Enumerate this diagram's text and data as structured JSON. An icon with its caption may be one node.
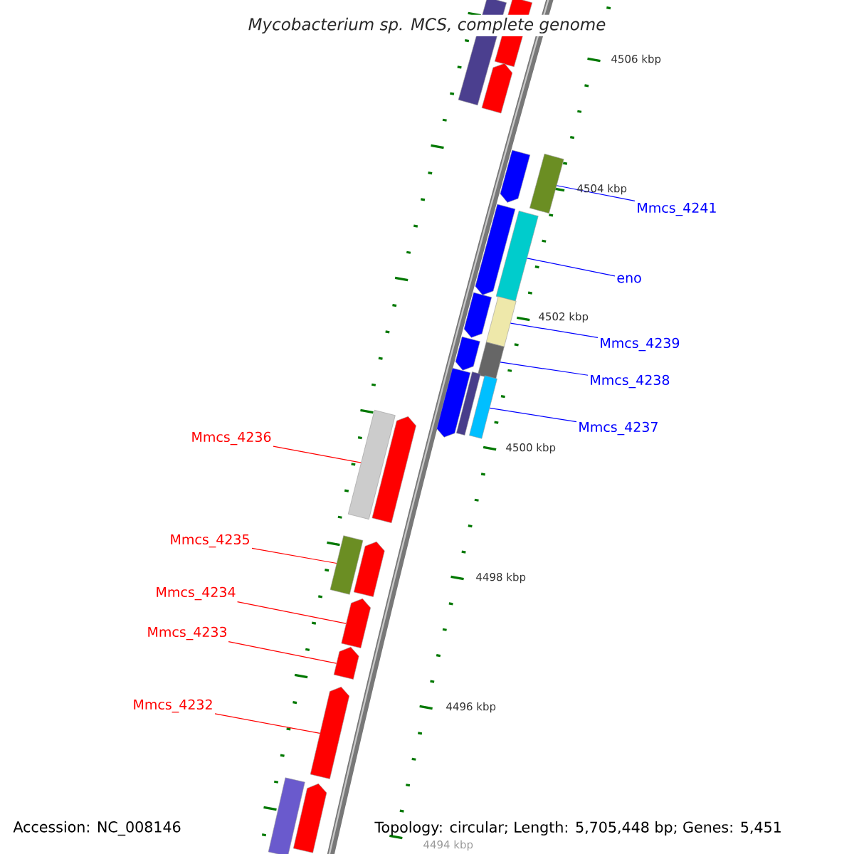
{
  "diagram": {
    "title": "Mycobacterium sp. MCS, complete genome",
    "nodes": [
      {
        "text": [
          "Mmcs_4241"
        ]
      },
      {
        "text": [],
        "shape": "box"
      },
      {
        "text": [
          "eno"
        ]
      },
      {
        "text": [],
        "shape": "box"
      },
      {
        "text": [
          "Mmcs_4239"
        ]
      },
      {
        "text": [],
        "shape": "box"
      },
      {
        "text": [
          "Mmcs_4238"
        ]
      },
      {
        "text": [],
        "shape": "box"
      },
      {
        "text": [
          "Mmcs_4237"
        ]
      },
      {
        "text": [],
        "shape": "box"
      },
      {
        "text": [
          "Mmcs_4236"
        ]
      },
      {
        "text": [],
        "shape": "box"
      },
      {
        "text": [
          "Mmcs_4235"
        ]
      },
      {
        "text": [],
        "shape": "box"
      },
      {
        "text": [
          "Mmcs_4234"
        ]
      },
      {
        "text": [],
        "shape": "arrow"
      },
      {
        "text": [
          "Mmcs_4233"
        ]
      },
      {
        "text": [],
        "shape": "arrow"
      },
      {
        "text": [
          "Mmcs_4232"
        ]
      },
      {
        "text": [],
        "shape": "arrow"
      },
      {
        "text": [],
        "shape": "box"
      },
      {
        "text": [],
        "shape": "box"
      },
      {
        "text": [],
        "shape": "arrow"
      },
      {
        "text": [],
        "shape": "arrow"
      },
      {
        "text": [],
        "shape": "arrow"
      },
      {
        "text": [],
        "shape": "arrow"
      },
      {
        "text": [],
        "shape": "arrow"
      },
      {
        "text": [],
        "shape": "arrow"
      },
      {
        "text": [],
        "shape": "box"
      },
      {
        "text": [],
        "shape": "arrow"
      },
      {
        "text": [],
        "shape": "arrow"
      },
      {
        "text": [],
        "shape": "box"
      },
      {
        "text": [],
        "shape": "pentagon"
      }
    ],
    "edges": [
      {
        "from": 0,
        "to": 1,
        "arrow": "none",
        "color": "#0000ff"
      },
      {
        "from": 2,
        "to": 3,
        "arrow": "none",
        "color": "#0000ff"
      },
      {
        "from": 4,
        "to": 5,
        "arrow": "none",
        "color": "#0000ff"
      },
      {
        "from": 6,
        "to": 7,
        "arrow": "none",
        "color": "#0000ff"
      },
      {
        "from": 8,
        "to": 9,
        "arrow": "none",
        "color": "#0000ff"
      },
      {
        "from": 10,
        "to": 11,
        "arrow": "none",
        "color": "#ff0000"
      },
      {
        "from": 12,
        "to": 13,
        "arrow": "none",
        "color": "#ff0000"
      },
      {
        "from": 14,
        "to": 15,
        "arrow": "none",
        "color": "#ff0000"
      },
      {
        "from": 16,
        "to": 17,
        "arrow": "none",
        "color": "#ff0000"
      },
      {
        "from": 18,
        "to": 19,
        "arrow": "none",
        "color": "#ff0000"
      }
    ],
    "labels": [
      "4506 kbp",
      "4504 kbp",
      "4502 kbp",
      "4500 kbp",
      "4498 kbp",
      "4496 kbp",
      "4494 kbp",
      "Accession: NC_008146",
      "Topology: circular; Length: 5,705,448 bp; Genes: 5,451"
    ]
  }
}
